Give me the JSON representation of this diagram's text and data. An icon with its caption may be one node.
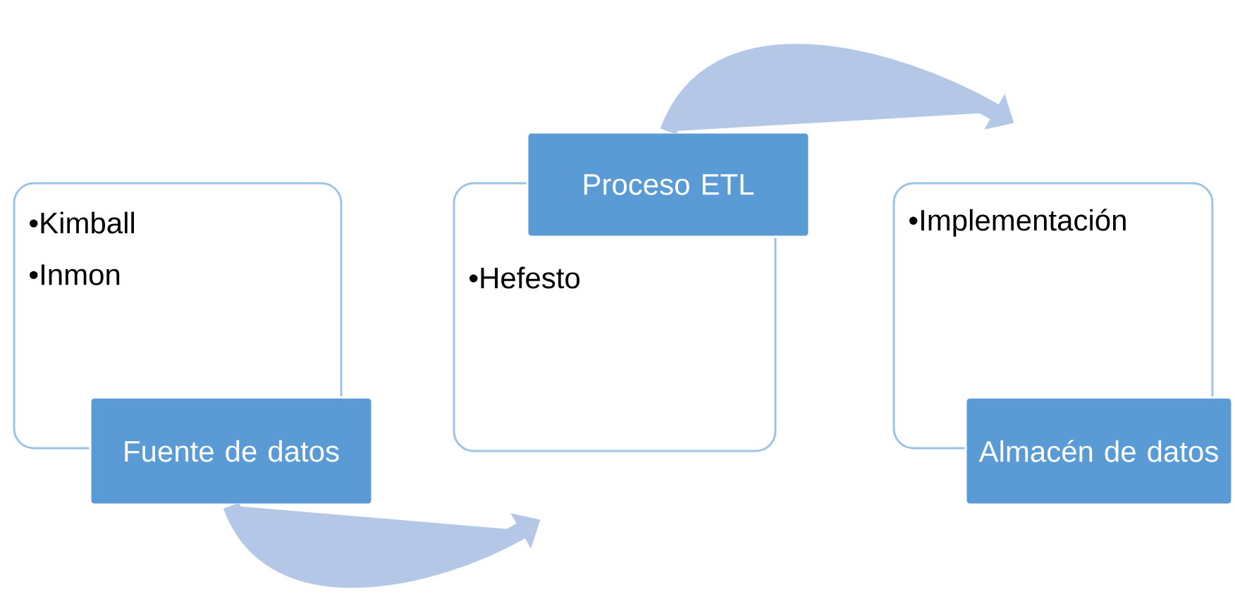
{
  "diagram": {
    "nodes": [
      {
        "text": [
          "•Kimball",
          "•Inmon"
        ]
      },
      {
        "text": [
          "Fuente de datos"
        ]
      },
      {
        "text": [
          "•Hefesto"
        ]
      },
      {
        "text": [
          "Proceso ETL"
        ]
      },
      {
        "text": [
          "•Implementación"
        ]
      },
      {
        "text": [
          "Almacén de datos"
        ]
      }
    ],
    "edges": [
      {
        "from": 1,
        "to": 2,
        "arrow": "to"
      },
      {
        "from": 3,
        "to": 4,
        "arrow": "to"
      }
    ]
  }
}
